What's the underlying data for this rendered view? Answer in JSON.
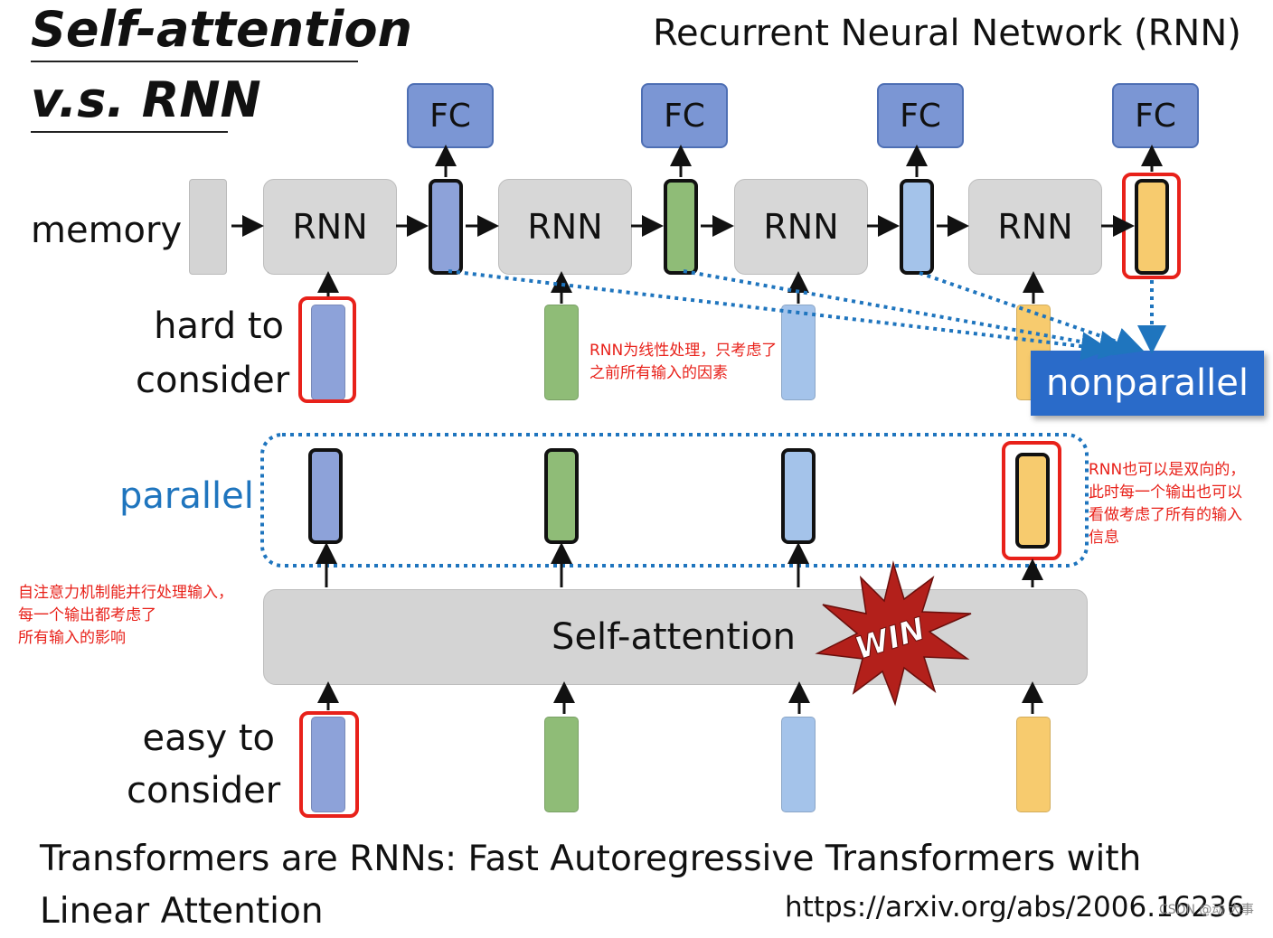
{
  "title": {
    "line1": "Self-attention",
    "line2": "v.s. RNN"
  },
  "rnn_header": "Recurrent Neural Network (RNN)",
  "fc_label": "FC",
  "rnn_label": "RNN",
  "memory_label": "memory",
  "hard_to_consider": {
    "line1": "hard to",
    "line2": "consider"
  },
  "parallel_label": "parallel",
  "nonparallel_label": "nonparallel",
  "self_attention_label": "Self-attention",
  "win_label": "WIN",
  "easy_to_consider": {
    "line1": "easy to",
    "line2": "consider"
  },
  "notes": {
    "rnn_linear": [
      "RNN为线性处理，只考虑了",
      "之前所有输入的因素"
    ],
    "rnn_bidirectional": [
      "RNN也可以是双向的，",
      "此时每一个输出也可以",
      "看做考虑了所有的输入",
      "信息"
    ],
    "self_attention_parallel": [
      "自注意力机制能并行处理输入，",
      "每一个输出都考虑了",
      "所有输入的影响"
    ]
  },
  "footer": {
    "paper_title": "Transformers are RNNs: Fast Autoregressive Transformers with Linear Attention",
    "url": "https://arxiv.org/abs/2006.16236",
    "watermark": "CSDN @动 大事"
  },
  "colors": {
    "vec_blue": "#8da2d9",
    "vec_green": "#8fbc77",
    "vec_lightblue": "#a4c3ea",
    "vec_orange": "#f7cb6e",
    "highlight_red": "#e8211a",
    "dotted_blue": "#1f75be",
    "nonparallel_bg": "#2a6bc9",
    "parallel_text": "#1f75be",
    "win_burst": "#b3201b"
  }
}
